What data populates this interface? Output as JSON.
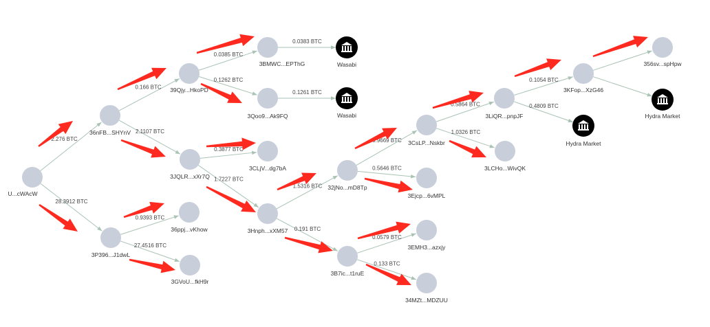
{
  "colors": {
    "address_node": "#c8ceda",
    "exchange_node": "#000000",
    "edge": "#a9c3b4",
    "annotation_arrow": "#ff2a1f",
    "background": "#ffffff"
  },
  "node_types": {
    "address": "address-node",
    "exchange": "bank-icon"
  },
  "nodes": [
    {
      "id": "n0",
      "label": "U...cWAcW",
      "type": "address"
    },
    {
      "id": "n1",
      "label": "36nFB...SHYnV",
      "type": "address"
    },
    {
      "id": "n2",
      "label": "3P396...J1dwL",
      "type": "address"
    },
    {
      "id": "n3",
      "label": "39Qjy...HkoPD",
      "type": "address"
    },
    {
      "id": "n4",
      "label": "3JQLR...xXr7Q",
      "type": "address"
    },
    {
      "id": "n5",
      "label": "36ppj...vKhow",
      "type": "address"
    },
    {
      "id": "n6",
      "label": "3GVoU...fkH9r",
      "type": "address"
    },
    {
      "id": "n7",
      "label": "3BMWC...EPThG",
      "type": "address"
    },
    {
      "id": "n8",
      "label": "3Qoo9...Ak9FQ",
      "type": "address"
    },
    {
      "id": "n9",
      "label": "3CLjV...dg7bA",
      "type": "address"
    },
    {
      "id": "n10",
      "label": "3Hnph...xXM57",
      "type": "address"
    },
    {
      "id": "n11",
      "label": "Wasabi",
      "type": "exchange"
    },
    {
      "id": "n12",
      "label": "Wasabi",
      "type": "exchange"
    },
    {
      "id": "n13",
      "label": "32jNo...mD8Tp",
      "type": "address"
    },
    {
      "id": "n14",
      "label": "3B7ic...t1ruE",
      "type": "address"
    },
    {
      "id": "n15",
      "label": "3CsLP...Nskbr",
      "type": "address"
    },
    {
      "id": "n16",
      "label": "3Ejcp...6vMPL",
      "type": "address"
    },
    {
      "id": "n17",
      "label": "3EMH3...azxjy",
      "type": "address"
    },
    {
      "id": "n18",
      "label": "34MZt...MDZUU",
      "type": "address"
    },
    {
      "id": "n19",
      "label": "3LiQR...pnpJF",
      "type": "address"
    },
    {
      "id": "n20",
      "label": "3LCHo...WivQK",
      "type": "address"
    },
    {
      "id": "n21",
      "label": "3KFop...XzG46",
      "type": "address"
    },
    {
      "id": "n22",
      "label": "Hydra Market",
      "type": "exchange"
    },
    {
      "id": "n23",
      "label": "356sv...spHpw",
      "type": "address"
    },
    {
      "id": "n24",
      "label": "Hydra Market",
      "type": "exchange"
    }
  ],
  "edges": [
    {
      "from": "n0",
      "to": "n1",
      "label": "2.276 BTC"
    },
    {
      "from": "n0",
      "to": "n2",
      "label": "28.3912 BTC"
    },
    {
      "from": "n1",
      "to": "n3",
      "label": "0.166 BTC"
    },
    {
      "from": "n1",
      "to": "n4",
      "label": "2.1107 BTC"
    },
    {
      "from": "n2",
      "to": "n5",
      "label": "0.9393 BTC"
    },
    {
      "from": "n2",
      "to": "n6",
      "label": "27.4516 BTC"
    },
    {
      "from": "n3",
      "to": "n7",
      "label": "0.0385 BTC"
    },
    {
      "from": "n3",
      "to": "n8",
      "label": "0.1262 BTC"
    },
    {
      "from": "n7",
      "to": "n11",
      "label": "0.0383 BTC"
    },
    {
      "from": "n8",
      "to": "n12",
      "label": "0.1261 BTC"
    },
    {
      "from": "n4",
      "to": "n9",
      "label": "0.3877 BTC"
    },
    {
      "from": "n4",
      "to": "n10",
      "label": "1.7227 BTC"
    },
    {
      "from": "n10",
      "to": "n13",
      "label": "1.5316 BTC"
    },
    {
      "from": "n10",
      "to": "n14",
      "label": "0.191 BTC"
    },
    {
      "from": "n13",
      "to": "n15",
      "label": "0.9669 BTC"
    },
    {
      "from": "n13",
      "to": "n16",
      "label": "0.5646 BTC"
    },
    {
      "from": "n14",
      "to": "n17",
      "label": "0.0579 BTC"
    },
    {
      "from": "n14",
      "to": "n18",
      "label": "0.133 BTC"
    },
    {
      "from": "n15",
      "to": "n19",
      "label": "0.5864 BTC"
    },
    {
      "from": "n15",
      "to": "n20",
      "label": "1.0326 BTC"
    },
    {
      "from": "n19",
      "to": "n21",
      "label": "0.1054 BTC"
    },
    {
      "from": "n19",
      "to": "n22",
      "label": "0.4809 BTC"
    },
    {
      "from": "n21",
      "to": "n23",
      "label": ""
    },
    {
      "from": "n21",
      "to": "n24",
      "label": ""
    }
  ]
}
